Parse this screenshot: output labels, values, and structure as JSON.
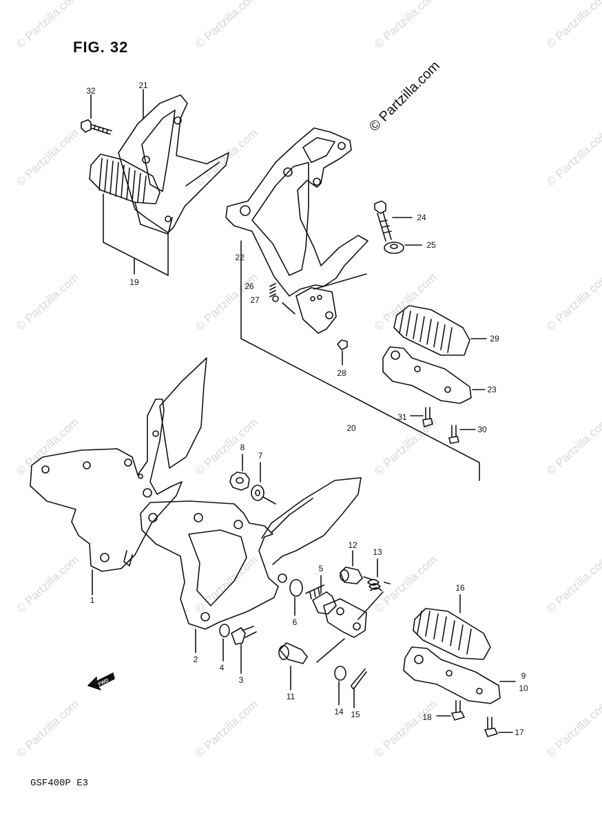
{
  "figure": {
    "title": "FIG. 32",
    "model": "GSF400P E3"
  },
  "watermark": {
    "text": "© Partzilla.com",
    "diagonal_text": "© Partzilla.com"
  },
  "fwd_label": "FWD",
  "parts": [
    {
      "number": "1"
    },
    {
      "number": "2"
    },
    {
      "number": "3"
    },
    {
      "number": "4"
    },
    {
      "number": "5"
    },
    {
      "number": "6"
    },
    {
      "number": "7"
    },
    {
      "number": "8"
    },
    {
      "number": "9"
    },
    {
      "number": "10"
    },
    {
      "number": "11"
    },
    {
      "number": "12"
    },
    {
      "number": "13"
    },
    {
      "number": "14"
    },
    {
      "number": "15"
    },
    {
      "number": "16"
    },
    {
      "number": "17"
    },
    {
      "number": "18"
    },
    {
      "number": "19"
    },
    {
      "number": "20"
    },
    {
      "number": "21"
    },
    {
      "number": "22"
    },
    {
      "number": "23"
    },
    {
      "number": "24"
    },
    {
      "number": "25"
    },
    {
      "number": "26"
    },
    {
      "number": "27"
    },
    {
      "number": "28"
    },
    {
      "number": "29"
    },
    {
      "number": "30"
    },
    {
      "number": "31"
    },
    {
      "number": "32"
    }
  ]
}
